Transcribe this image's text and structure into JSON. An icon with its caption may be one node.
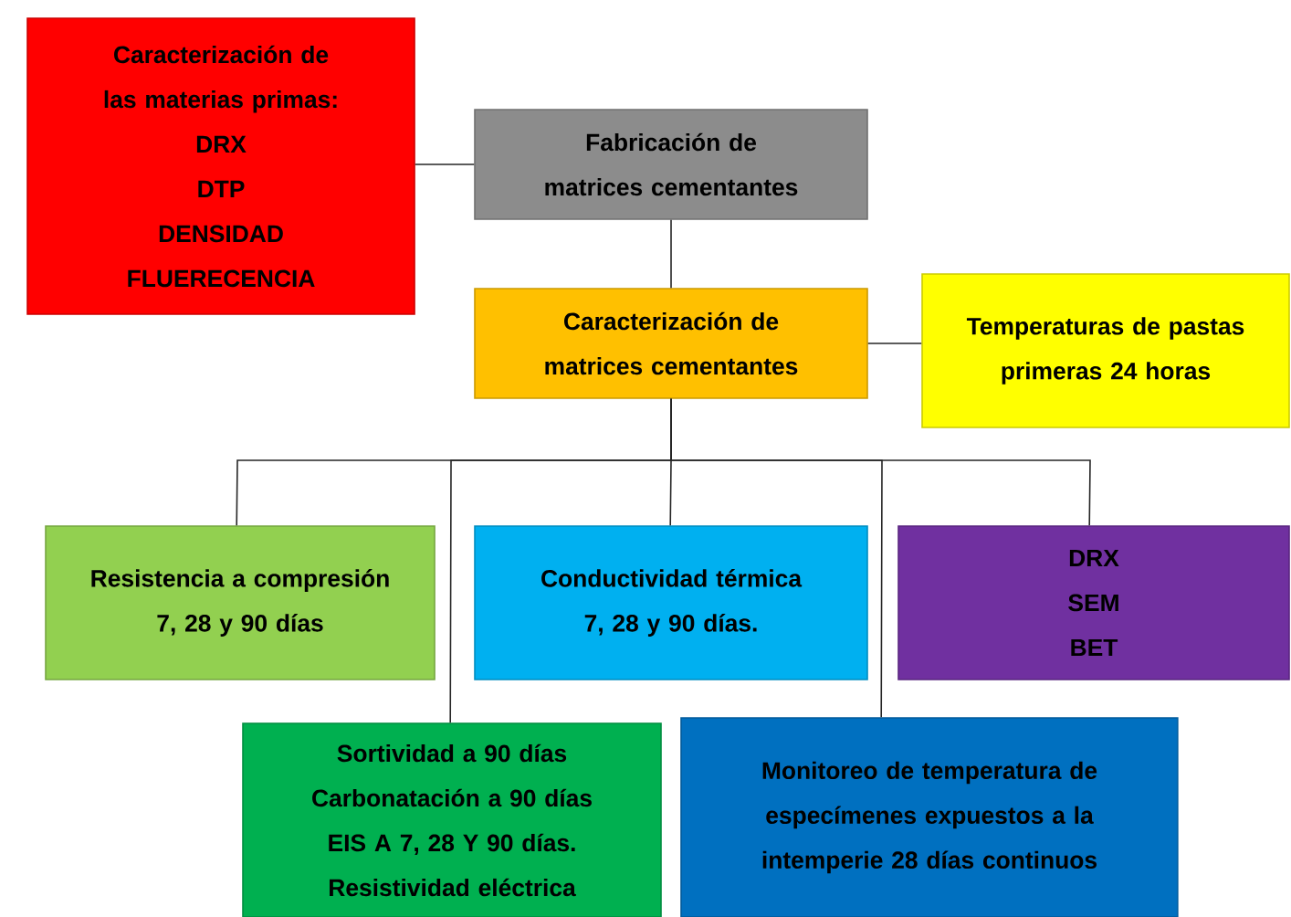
{
  "diagram": {
    "nodes": [
      {
        "text": [
          "Caracterización de las materias primas:",
          "DRX",
          "DTP",
          "DENSIDAD",
          "FLUERECENCIA"
        ]
      },
      {
        "text": [
          "Fabricación de matrices cementantes"
        ]
      },
      {
        "text": [
          "Caracterización de matrices cementantes"
        ]
      },
      {
        "text": [
          "Temperaturas de pastas primeras 24 horas"
        ]
      },
      {
        "text": [
          "Resistencia a compresión",
          "7, 28 y 90 días"
        ]
      },
      {
        "text": [
          "Conductividad térmica",
          "7, 28 y 90 días."
        ]
      },
      {
        "text": [
          "DRX",
          "SEM",
          "BET"
        ]
      },
      {
        "text": [
          "Sortividad a 90 días",
          "Carbonatación a 90 días",
          "EIS A 7, 28 Y 90 días.",
          "Resistividad eléctrica"
        ]
      },
      {
        "text": [
          "Monitoreo de temperatura de especímenes expuestos a la intemperie 28 días continuos"
        ]
      }
    ],
    "edges": [
      {
        "from": 0,
        "to": 1,
        "arrow": "none"
      },
      {
        "from": 1,
        "to": 2,
        "arrow": "none"
      },
      {
        "from": 2,
        "to": 3,
        "arrow": "none"
      },
      {
        "from": 2,
        "to": 4,
        "arrow": "none"
      },
      {
        "from": 2,
        "to": 7,
        "arrow": "none"
      },
      {
        "from": 2,
        "to": 5,
        "arrow": "none"
      },
      {
        "from": 2,
        "to": 8,
        "arrow": "none"
      },
      {
        "from": 2,
        "to": 6,
        "arrow": "none"
      }
    ]
  }
}
